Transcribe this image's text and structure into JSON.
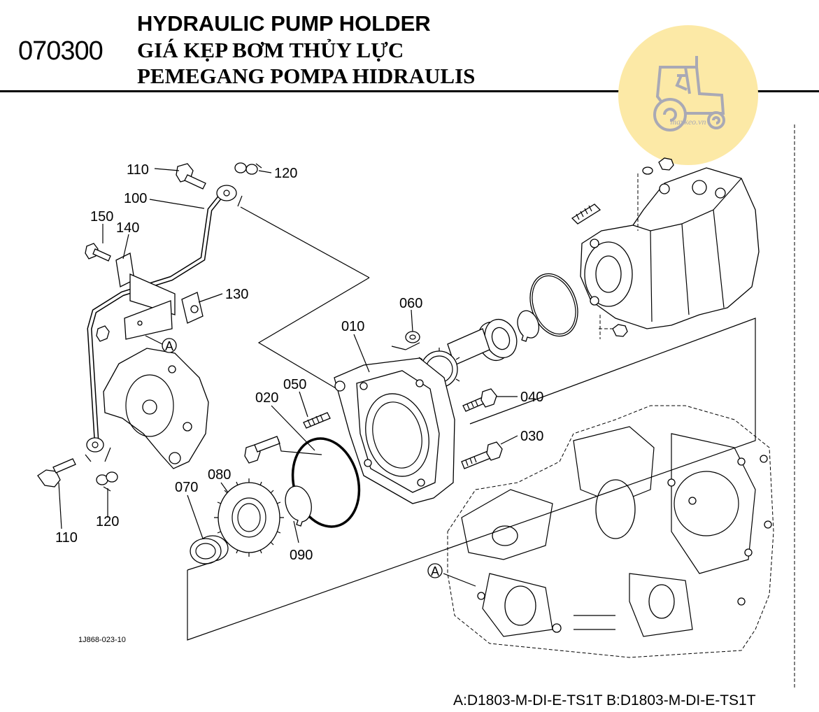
{
  "header": {
    "code": "070300",
    "title_en": "HYDRAULIC PUMP HOLDER",
    "title_vi": "GIÁ KẸP BƠM THỦY LỰC",
    "title_id": "PEMEGANG POMPA HIDRAULIS"
  },
  "watermark": {
    "text": "maykeo.vn",
    "color": "#FCE9A6",
    "icon": "tractor-icon"
  },
  "callouts": {
    "p010": "010",
    "p020": "020",
    "p030": "030",
    "p040": "040",
    "p050": "050",
    "p060": "060",
    "p070": "070",
    "p080": "080",
    "p090": "090",
    "p100": "100",
    "p110": "110",
    "p120": "120",
    "p130": "130",
    "p140": "140",
    "p150": "150",
    "ref_a": "A"
  },
  "drawing_code": "1J868-023-10",
  "footer": "A:D1803-M-DI-E-TS1T B:D1803-M-DI-E-TS1T"
}
